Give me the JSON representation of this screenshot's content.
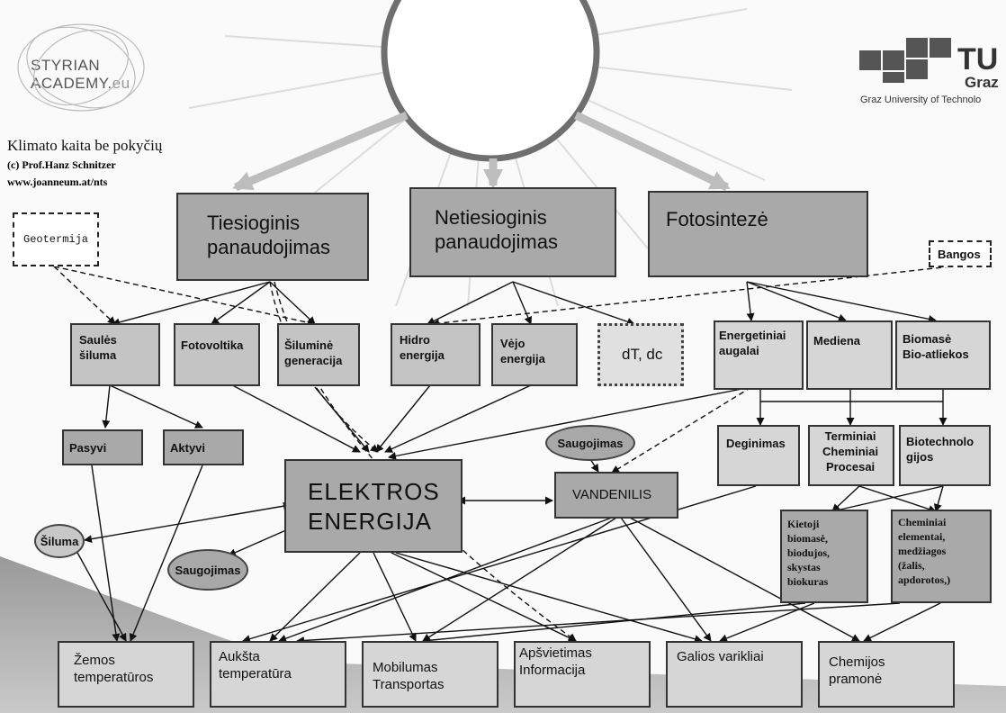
{
  "branding": {
    "styrian_line1": "STYRIAN",
    "styrian_line2": "ACADEMY.",
    "styrian_suffix": "eu",
    "tu_mark": "TU",
    "tu_city": "Graz",
    "tu_university": "Graz University of Technolo"
  },
  "credits": {
    "title": "Klimato kaita be pokyčių",
    "author": "(c) Prof.Hanz Schnitzer",
    "url": "www.joanneum.at/nts"
  },
  "nodes": {
    "tiesioginis": "Tiesioginis\npanaudojimas",
    "netiesioginis": "Netiesioginis\npanaudojimas",
    "fotosinteze": "Fotosintezė",
    "geotermija": "Geotermija",
    "bangos": "Bangos",
    "sauluma": "Saulės\nšiluma",
    "fotovoltika": "Fotovoltika",
    "siluminegen": "Šiluminė\ngeneracija",
    "hidro": "Hidro\nenergija",
    "vejo": "Vėjo\nenergija",
    "dtdc": "dT, dc",
    "energetiniai": "Energetiniai\naugalai",
    "mediena": "Mediena",
    "biomase": "Biomasė\nBio-atliekos",
    "pasyvi": "Pasyvi",
    "aktyvi": "Aktyvi",
    "elektros": "ELEKTROS\nENERGIJA",
    "saugojimas_top": "Saugojimas",
    "vandenilis": "VANDENILIS",
    "deginimas": "Deginimas",
    "terminiai": "Terminiai\nCheminiai\nProcesai",
    "biotechnologijos": "Biotechnolo\ngijos",
    "kietoji": "Kietoji\nbiomasė,\nbiodujos,\nskystas\nbiokuras",
    "cheminiai": "Cheminiai\nelementai,\nmedžiagos\n(žalis,\napdorotos,)",
    "siluma": "Šiluma",
    "saugojimas_bottom": "Saugojimas",
    "zemos": "Žemos\ntemperatūros",
    "auksta": "Aukšta\ntemperatūra",
    "mobilumas": "Mobilumas\nTransportas",
    "apsvietimas": "Apšvietimas\nInformacija",
    "galios": "Galios varikliai",
    "chemijos": "Chemijos\npramonė"
  },
  "colors": {
    "dark_box": "#a9a9a9",
    "mid_box": "#c4c4c4",
    "light_box": "#d6d6d6",
    "line": "#111111",
    "sun_ring": "#6f6f6f"
  }
}
